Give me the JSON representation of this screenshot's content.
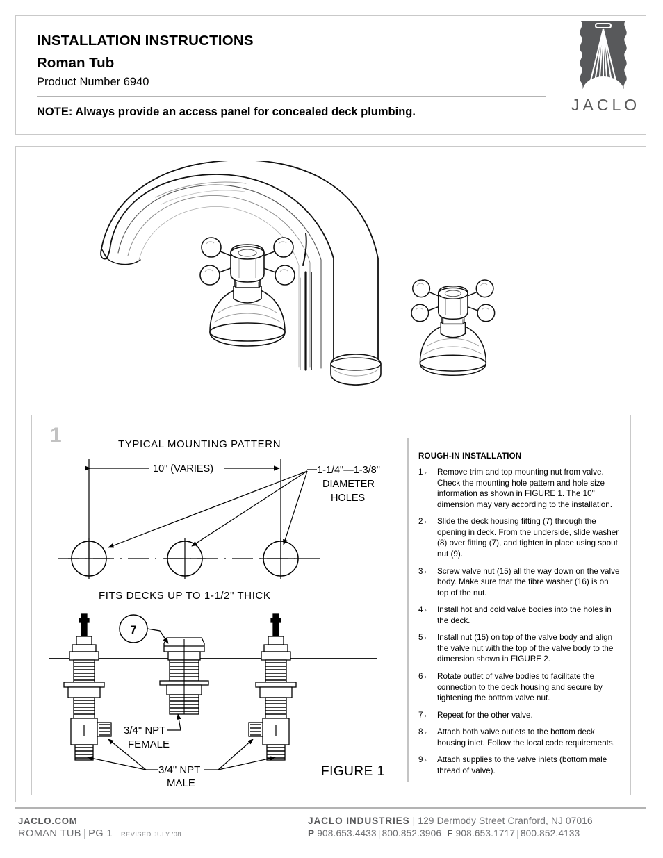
{
  "header": {
    "title": "INSTALLATION INSTRUCTIONS",
    "product": "Roman Tub",
    "product_number": "Product Number 6940",
    "note": "NOTE: Always provide an access panel for concealed deck plumbing."
  },
  "logo": {
    "wordmark": "JACLO",
    "icon": "showerhead-logo-icon",
    "color": "#58595b"
  },
  "figure": {
    "step_number": "1",
    "diagram": {
      "title": "TYPICAL MOUNTING PATTERN",
      "dimension_label": "10\" (VARIES)",
      "hole_callout_line1": "1-1/4\"—1-3/8\"",
      "hole_callout_line2": "DIAMETER",
      "hole_callout_line3": "HOLES",
      "deck_note": "FITS DECKS UP TO  1-1/2\" THICK",
      "balloon_label": "7",
      "npt_female_line1": "3/4\" NPT",
      "npt_female_line2": "FEMALE",
      "npt_male_line1": "3/4\" NPT",
      "npt_male_line2": "MALE",
      "figure_caption": "FIGURE 1"
    },
    "instructions": {
      "heading": "ROUGH-IN INSTALLATION",
      "steps": [
        {
          "num": "1",
          "text": "Remove trim and top mounting nut from valve. Check the mounting hole pattern and hole size information as shown in FIGURE 1. The 10\" dimension may vary according to the installation."
        },
        {
          "num": "2",
          "text": "Slide the deck housing fitting (7) through the opening in deck. From the underside, slide washer (8) over fitting (7), and tighten in place using spout nut (9)."
        },
        {
          "num": "3",
          "text": "Screw valve nut (15) all the way down on the valve body. Make sure that the fibre washer (16) is on top of the nut."
        },
        {
          "num": "4",
          "text": "Install hot and cold valve bodies into the holes in the deck."
        },
        {
          "num": "5",
          "text": "Install nut (15) on top of the valve body and align the valve nut with the top of the valve body to the dimension shown in FIGURE 2."
        },
        {
          "num": "6",
          "text": "Rotate outlet of valve bodies to facilitate the connection to the deck housing and secure by tightening the bottom valve nut."
        },
        {
          "num": "7",
          "text": "Repeat for the other valve."
        },
        {
          "num": "8",
          "text": "Attach both valve outlets to the bottom deck housing inlet. Follow the local code requirements."
        },
        {
          "num": "9",
          "text": "Attach supplies to the valve inlets (bottom male thread of valve)."
        }
      ]
    }
  },
  "footer": {
    "website": "JACLO.COM",
    "doc_name": "ROMAN TUB",
    "page": "PG 1",
    "revised": "REVISED JULY '08",
    "company": "JACLO INDUSTRIES",
    "address": "129 Dermody Street   Cranford, NJ 07016",
    "phone_label": "P",
    "phone1": "908.653.4433",
    "phone2": "800.852.3906",
    "fax_label": "F",
    "fax1": "908.653.1717",
    "fax2": "800.852.4133"
  }
}
